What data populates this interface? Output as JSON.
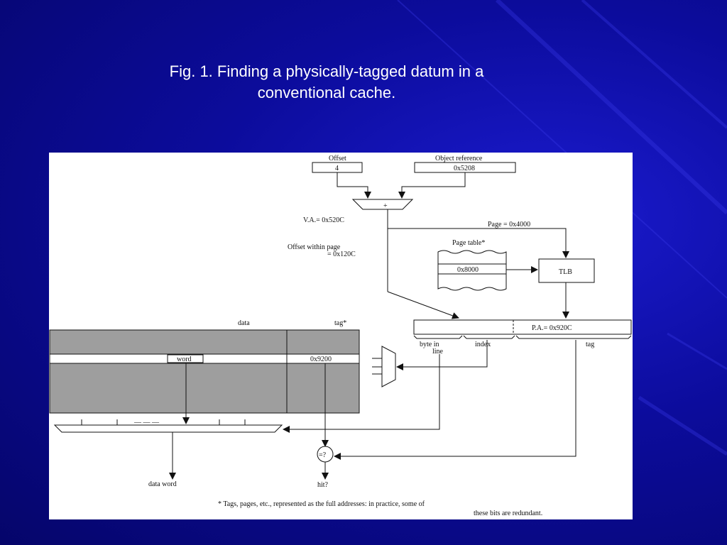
{
  "slide": {
    "title_line1": "Fig. 1. Finding a physically-tagged datum in a",
    "title_line2": "conventional cache."
  },
  "diagram": {
    "offset_label": "Offset",
    "offset_value": "4",
    "object_reference_label": "Object reference",
    "object_reference_value": "0x5208",
    "adder_symbol": "+",
    "va_label": "V.A.= 0x520C",
    "page_label": "Page = 0x4000",
    "offset_within_page_line1": "Offset within page",
    "offset_within_page_line2": "= 0x120C",
    "page_table_label": "Page table*",
    "page_table_entry": "0x8000",
    "tlb_label": "TLB",
    "pa_label": "P.A.= 0x920C",
    "field_byte_line1": "byte in",
    "field_byte_line2": "line",
    "field_index": "index",
    "field_tag": "tag",
    "tag_column_label": "tag*",
    "data_column_label": "data",
    "tag_entry": "0x9200",
    "word_label": "word",
    "dashes": "— — —",
    "compare_symbol": "=?",
    "hit_label": "hit?",
    "data_word_label": "data word",
    "footnote_line1": "* Tags, pages, etc., represented as the full addresses: in practice, some of",
    "footnote_line2": "these bits are redundant."
  },
  "colors": {
    "background": "#0c0c9c",
    "title_text": "#ffffff",
    "cache_fill": "#9e9e9e"
  }
}
